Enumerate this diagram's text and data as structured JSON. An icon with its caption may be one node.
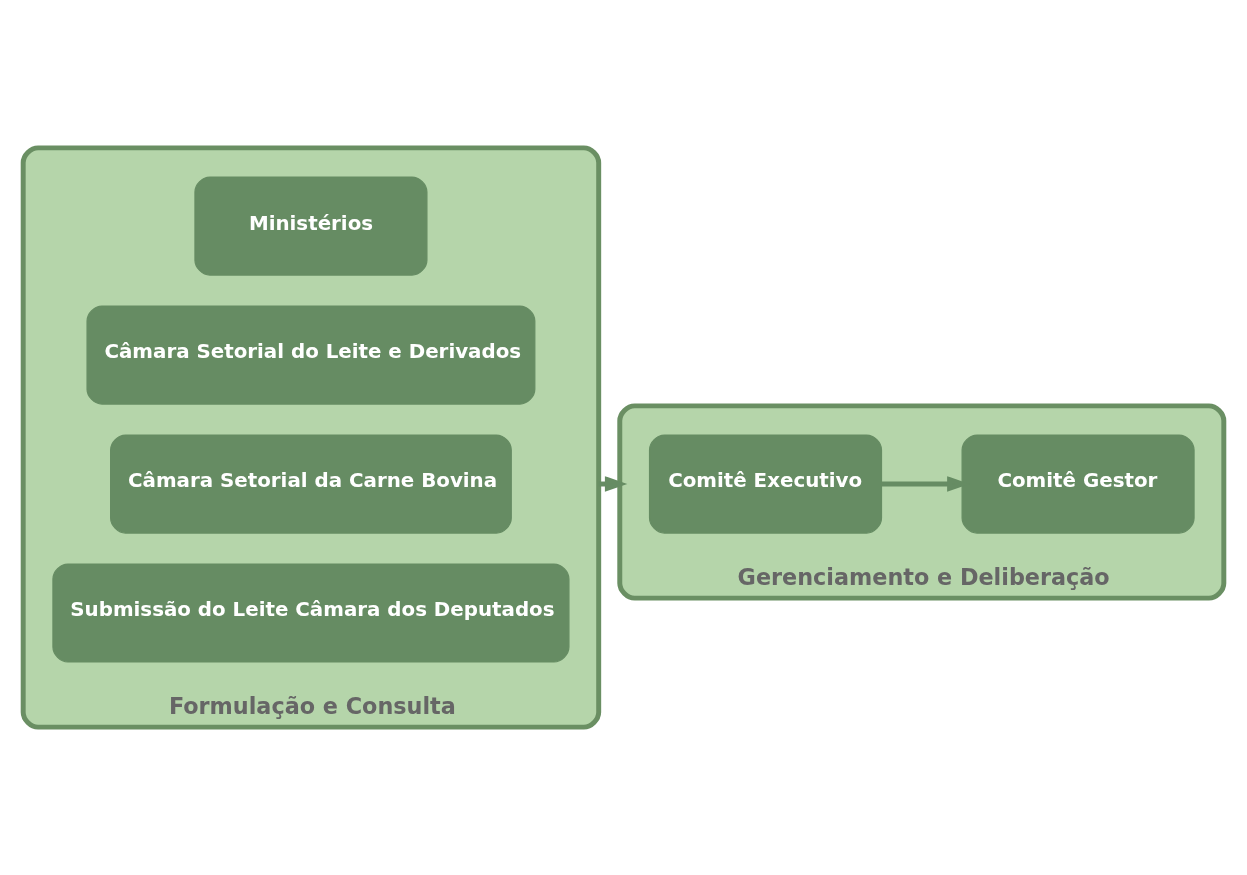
{
  "diagram": {
    "nodes": [
      {
        "text": [
          "Formulação e Consulta"
        ]
      },
      {
        "text": [
          "Submissão do Leite Câmara dos Deputados"
        ],
        "in": 0
      },
      {
        "text": [
          "Câmara Setorial da Carne Bovina"
        ],
        "in": 0
      },
      {
        "text": [
          "Câmara Setorial do Leite e Derivados"
        ],
        "in": 0
      },
      {
        "text": [
          "Ministérios"
        ],
        "in": 0
      },
      {
        "text": [
          "Gerenciamento e Deliberação"
        ]
      },
      {
        "text": [
          "Comitê Executivo"
        ],
        "in": 5
      },
      {
        "text": [
          "Comitê Gestor"
        ],
        "in": 5
      }
    ],
    "edges": [
      {
        "from": 0,
        "to": 5,
        "arrow": "to"
      },
      {
        "from": 6,
        "to": 7,
        "arrow": "to"
      }
    ]
  }
}
